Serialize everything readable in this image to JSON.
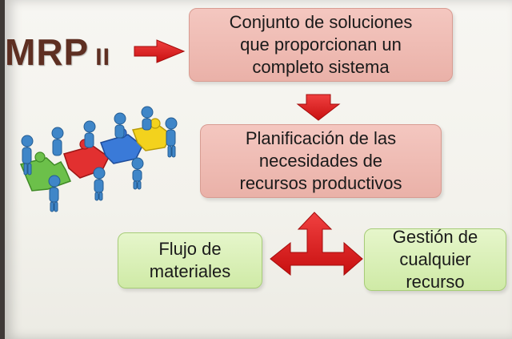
{
  "title": {
    "main": "MRP",
    "sub": "II"
  },
  "boxes": {
    "top": "Conjunto de soluciones\nque proporcionan un\ncompleto sistema",
    "middle": "Planificación de las\nnecesidades de\nrecursos productivos",
    "left": "Flujo de\nmateriales",
    "right": "Gestión de\ncualquier\nrecurso"
  },
  "colors": {
    "pink_box": "#eab1a8",
    "green_box": "#cfeaa6",
    "arrow": "#e02020",
    "title": "#5e2f22"
  },
  "icons": [
    "teamwork-puzzle-illustration-icon"
  ]
}
